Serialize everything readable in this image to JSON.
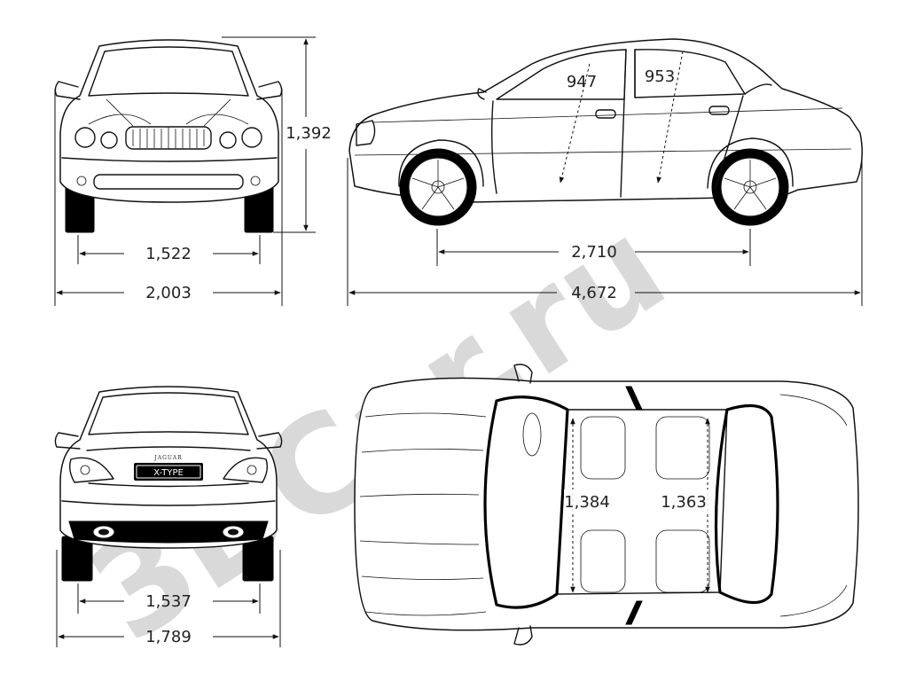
{
  "watermark": {
    "text": "3DCar.ru"
  },
  "front_view": {
    "dimensions": {
      "track": "1,522",
      "width": "2,003",
      "height": "1,392"
    }
  },
  "side_view": {
    "dimensions": {
      "wheelbase": "2,710",
      "length": "4,672",
      "front_headroom": "947",
      "rear_headroom": "953"
    }
  },
  "rear_view": {
    "badge": "JAGUAR",
    "plate": "X-TYPE",
    "dimensions": {
      "track": "1,537",
      "width": "1,789"
    }
  },
  "top_view": {
    "dimensions": {
      "front_shoulder": "1,384",
      "rear_shoulder": "1,363"
    }
  }
}
